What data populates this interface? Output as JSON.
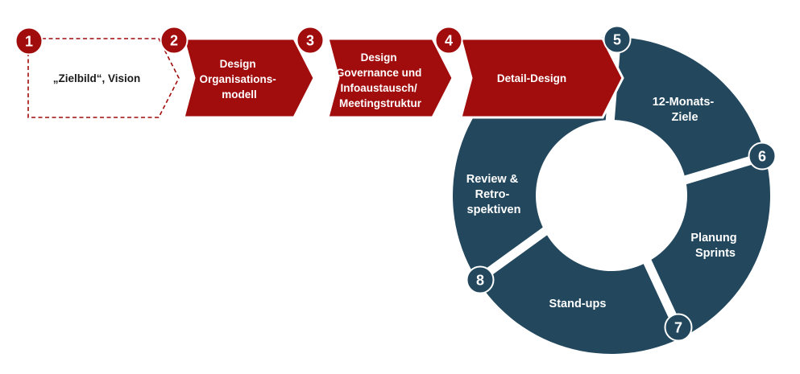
{
  "diagram": {
    "colors": {
      "step_red": "#A10C0C",
      "cycle_blue": "#23485E",
      "divider_white": "#FFFFFF",
      "dark_text": "#1A1A1A"
    },
    "process_steps": [
      {
        "number": "1",
        "variant": "dashed-outline",
        "lines": [
          "„Zielbild“, Vision"
        ]
      },
      {
        "number": "2",
        "variant": "solid",
        "lines": [
          "Design",
          "Organisations-",
          "modell"
        ]
      },
      {
        "number": "3",
        "variant": "solid",
        "lines": [
          "Design",
          "Governance und",
          "Infoaustausch/",
          "Meetingstruktur"
        ]
      },
      {
        "number": "4",
        "variant": "solid",
        "lines": [
          "Detail-Design"
        ]
      }
    ],
    "cycle_steps": [
      {
        "number": "5",
        "lines": [
          "12-Monats-",
          "Ziele"
        ]
      },
      {
        "number": "6",
        "lines": [
          "Planung",
          "Sprints"
        ]
      },
      {
        "number": "7",
        "lines": [
          "Stand-ups"
        ]
      },
      {
        "number": "8",
        "lines": [
          "Review &",
          "Retro-",
          "spektiven"
        ]
      }
    ]
  }
}
